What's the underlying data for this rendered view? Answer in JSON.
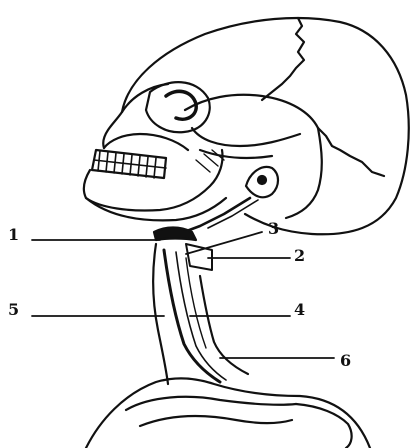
{
  "diagram": {
    "labels": [
      "1",
      "2",
      "3",
      "4",
      "5",
      "6"
    ]
  },
  "colors": {
    "ink": "#111111",
    "background": "#ffffff"
  }
}
